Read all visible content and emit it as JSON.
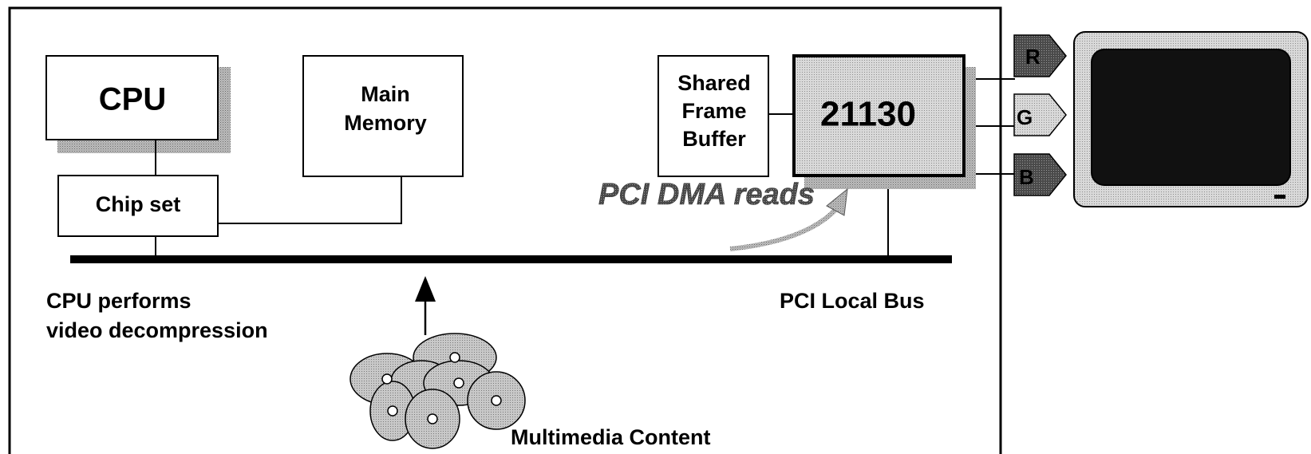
{
  "blocks": {
    "cpu": "CPU",
    "main_memory_line1": "Main",
    "main_memory_line2": "Memory",
    "chip_set": "Chip set",
    "shared_fb_line1": "Shared",
    "shared_fb_line2": "Frame",
    "shared_fb_line3": "Buffer",
    "controller": "21130"
  },
  "annotations": {
    "dma": "PCI DMA reads",
    "bus": "PCI Local Bus",
    "cpu_note_line1": "CPU performs",
    "cpu_note_line2": "video decompression",
    "content": "Multimedia Content"
  },
  "outputs": [
    "R",
    "G",
    "B"
  ]
}
